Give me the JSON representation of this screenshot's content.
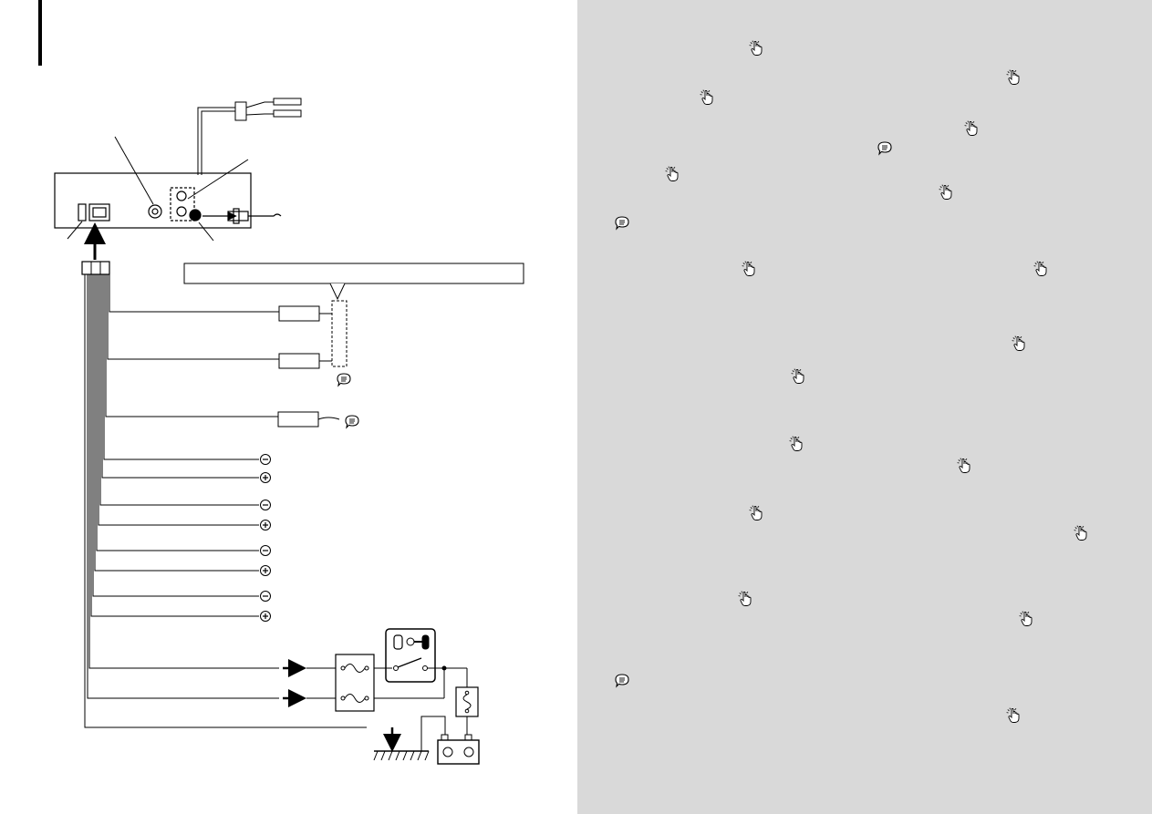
{
  "page": {
    "colors": {
      "panel_gray": "#d9d9d9",
      "line": "#000000",
      "page": "#ffffff"
    }
  },
  "diagram": {
    "wires": {
      "upper_group": 3,
      "speaker_pairs": 4,
      "power_lines": 2,
      "ground_line": 1,
      "polarity_symbols": [
        "⊖",
        "⊕",
        "⊖",
        "⊕",
        "⊖",
        "⊕",
        "⊖",
        "⊕"
      ]
    },
    "diagram_icons": [
      {
        "icon": "note-bubble-icon"
      },
      {
        "icon": "note-bubble-icon"
      }
    ],
    "components": [
      "head-unit",
      "harness-connector",
      "rca-output-cable",
      "antenna-plug",
      "fuse-box",
      "ignition-switch",
      "inline-fuse",
      "battery",
      "chassis-ground"
    ]
  },
  "reference_panel": {
    "icons": [
      {
        "type": "hand"
      },
      {
        "type": "hand"
      },
      {
        "type": "hand"
      },
      {
        "type": "hand"
      },
      {
        "type": "bubble"
      },
      {
        "type": "hand"
      },
      {
        "type": "hand"
      },
      {
        "type": "bubble"
      },
      {
        "type": "hand"
      },
      {
        "type": "hand"
      },
      {
        "type": "hand"
      },
      {
        "type": "hand"
      },
      {
        "type": "hand"
      },
      {
        "type": "hand"
      },
      {
        "type": "hand"
      },
      {
        "type": "hand"
      },
      {
        "type": "hand"
      },
      {
        "type": "hand"
      },
      {
        "type": "bubble"
      },
      {
        "type": "hand"
      }
    ]
  }
}
